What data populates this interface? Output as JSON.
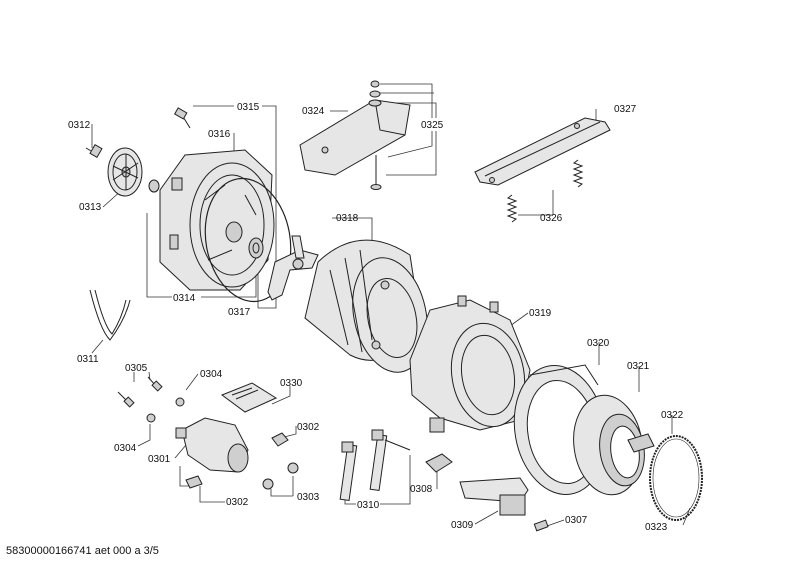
{
  "footer": "58300000166741 aet 000 a 3/5",
  "labels": {
    "p0301": "0301",
    "p0302a": "0302",
    "p0302b": "0302",
    "p0303": "0303",
    "p0304a": "0304",
    "p0304b": "0304",
    "p0305": "0305",
    "p0307": "0307",
    "p0308": "0308",
    "p0309": "0309",
    "p0310": "0310",
    "p0311": "0311",
    "p0312": "0312",
    "p0313": "0313",
    "p0314": "0314",
    "p0315": "0315",
    "p0316": "0316",
    "p0317": "0317",
    "p0318": "0318",
    "p0319": "0319",
    "p0320": "0320",
    "p0321": "0321",
    "p0322": "0322",
    "p0323": "0323",
    "p0324": "0324",
    "p0325": "0325",
    "p0326": "0326",
    "p0327": "0327",
    "p0330": "0330"
  }
}
